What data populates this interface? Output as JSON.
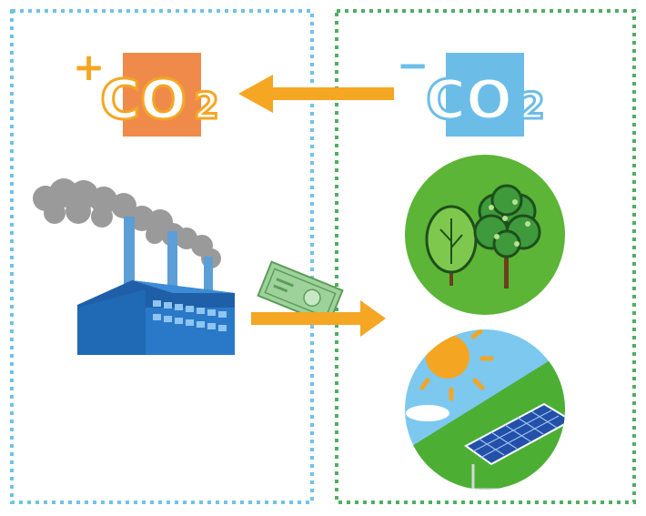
{
  "left_panel": {
    "sign": "+",
    "label_main": "CO",
    "label_sub": "2",
    "border_color": "#6ec3e8",
    "badge_color": "#f08a4b",
    "text_color": "#f5a623"
  },
  "right_panel": {
    "sign": "−",
    "label_main": "CO",
    "label_sub": "2",
    "border_color": "#4fae62",
    "badge_color": "#6bbde8",
    "text_color": "#6bbde8"
  },
  "colors": {
    "arrow": "#f5a623",
    "factory_front": "#2a79c9",
    "factory_roof": "#1f5fa8",
    "smoke": "#9a9a9a",
    "forest_bg": "#5cb536",
    "sky": "#7cc8ef",
    "sun": "#f4a623",
    "grass": "#4caf34",
    "solar_panel": "#2350a8"
  },
  "icons": [
    "factory-icon",
    "banknote-icon",
    "trees-icon",
    "solar-panel-icon",
    "sun-icon"
  ]
}
